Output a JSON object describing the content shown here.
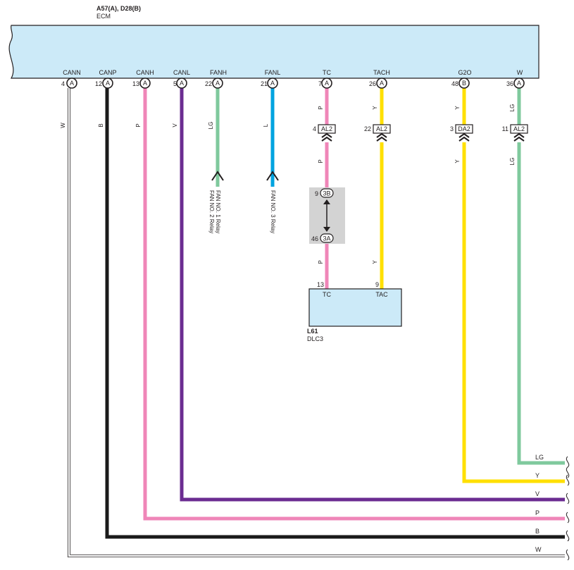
{
  "ecm": {
    "title": "A57(A), D28(B)",
    "subtitle": "ECM"
  },
  "pins": [
    {
      "name": "CANN",
      "num": "4",
      "conn": "A"
    },
    {
      "name": "CANP",
      "num": "12",
      "conn": "A"
    },
    {
      "name": "CANH",
      "num": "13",
      "conn": "A"
    },
    {
      "name": "CANL",
      "num": "5",
      "conn": "A"
    },
    {
      "name": "FANH",
      "num": "22",
      "conn": "A"
    },
    {
      "name": "FANL",
      "num": "21",
      "conn": "A"
    },
    {
      "name": "TC",
      "num": "7",
      "conn": "A"
    },
    {
      "name": "TACH",
      "num": "26",
      "conn": "A"
    },
    {
      "name": "G2O",
      "num": "48",
      "conn": "B"
    },
    {
      "name": "W",
      "num": "36",
      "conn": "A"
    }
  ],
  "wire_colors": {
    "W": "#ffffff",
    "B": "#1a1a1a",
    "P": "#ef86b8",
    "V": "#6b2c91",
    "LG": "#7fc99d",
    "L": "#00a3e0",
    "Y": "#ffe000"
  },
  "wire_labels": {
    "cann": "W",
    "canp": "B",
    "canh": "P",
    "canl": "V",
    "fanh": "LG",
    "fanl": "L",
    "tc_top": "P",
    "tc_mid": "P",
    "tc_bot": "P",
    "tach_top": "Y",
    "tach_bot": "Y",
    "g2o_top": "Y",
    "g2o_mid": "Y",
    "w_top": "LG",
    "w_mid": "LG"
  },
  "connectors": [
    {
      "pin": "4",
      "name": "AL2"
    },
    {
      "pin": "22",
      "name": "AL2"
    },
    {
      "pin": "3",
      "name": "DA2"
    },
    {
      "pin": "11",
      "name": "AL2"
    }
  ],
  "relays": {
    "fanh": [
      "FAN NO. 1 Relay",
      "FAN NO. 2 Relay"
    ],
    "fanl": "FAN NO. 3 Relay"
  },
  "junction": {
    "top_pin": "9",
    "top_label": "3B",
    "bot_pin": "46",
    "bot_label": "3A"
  },
  "dlc": {
    "id": "L61",
    "name": "DLC3",
    "pin_tc_num": "13",
    "pin_tc_name": "TC",
    "pin_tac_num": "9",
    "pin_tac_name": "TAC"
  },
  "right_labels": [
    "LG",
    "Y",
    "V",
    "P",
    "B",
    "W"
  ]
}
